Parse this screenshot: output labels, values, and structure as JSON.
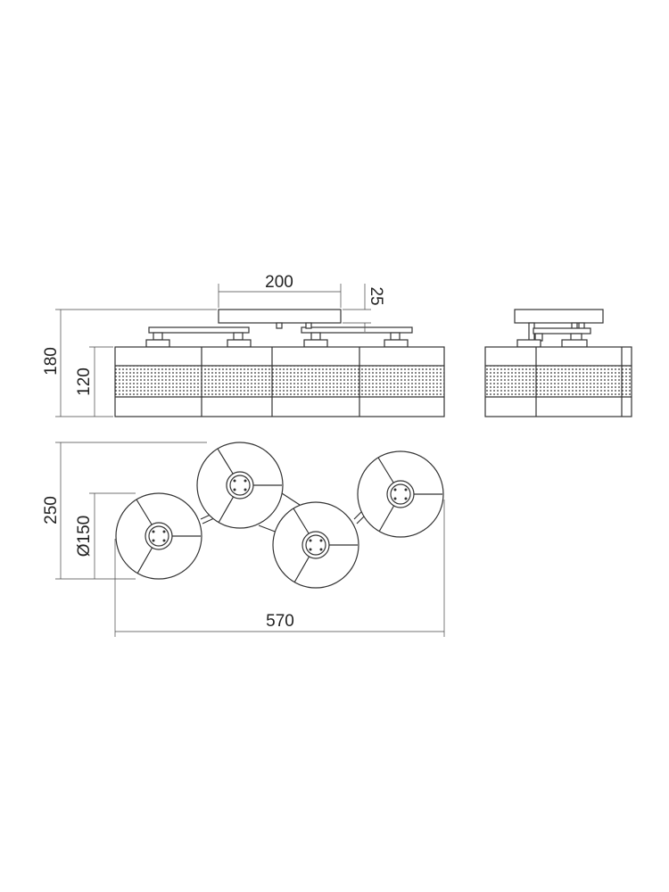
{
  "dimensions": {
    "overall_height": "180",
    "shade_height": "120",
    "canopy_width": "200",
    "canopy_thickness": "25",
    "footprint_depth": "250",
    "shade_diameter": "Ø150",
    "overall_length": "570"
  },
  "colors": {
    "line": "#333333",
    "background": "#ffffff"
  }
}
